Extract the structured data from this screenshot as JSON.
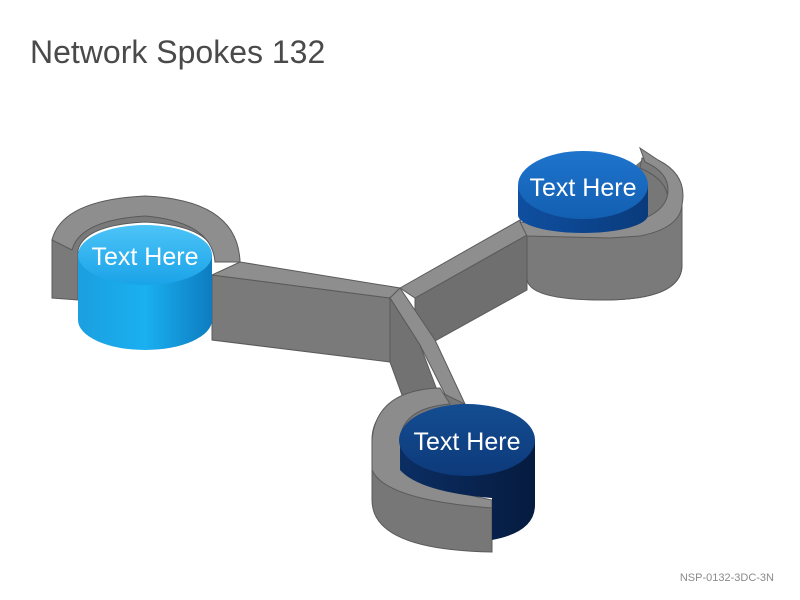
{
  "title": "Network Spokes 132",
  "nodes": [
    {
      "id": "left",
      "label": "Text Here",
      "color": "#1aa3e8"
    },
    {
      "id": "right",
      "label": "Text Here",
      "color": "#1565c0"
    },
    {
      "id": "bottom",
      "label": "Text Here",
      "color": "#0d3a7a"
    }
  ],
  "footer": {
    "code": "NSP-0132-3DC-3N"
  },
  "colors": {
    "track_top": "#8c8c8c",
    "track_side": "#6e6e6e",
    "track_edge": "#5a5a5a",
    "title_text": "#4a4a4a"
  }
}
